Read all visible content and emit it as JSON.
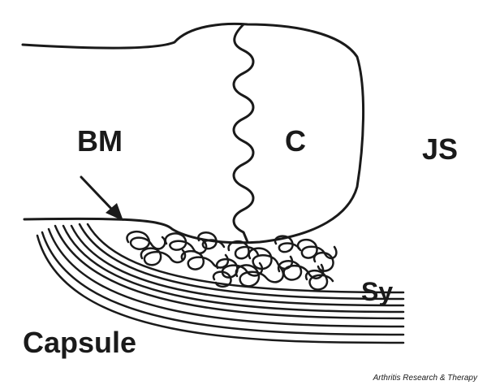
{
  "labels": {
    "bone_marrow": "BM",
    "cartilage": "C",
    "joint_space": "JS",
    "synovium": "Sy",
    "capsule": "Capsule"
  },
  "credit": "Arthritis Research & Therapy",
  "colors": {
    "ink": "#1a1a1a",
    "background": "#ffffff"
  }
}
